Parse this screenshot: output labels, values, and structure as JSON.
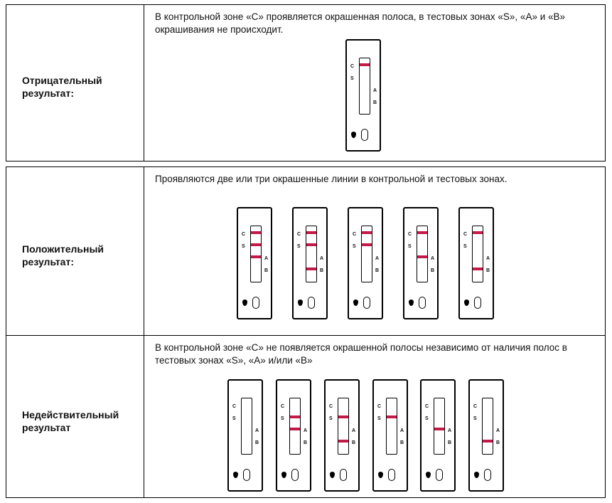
{
  "rows": [
    {
      "label": "Отрицательный\nрезультат:",
      "description": "В контрольной зоне «С» проявляется окрашенная полоса, в тестовых зонах «S», «A» и «B» окрашивания не происходит.",
      "cassettes": [
        {
          "bands": [
            "C"
          ]
        }
      ]
    },
    {
      "label": "Положительный\nрезультат:",
      "description": "Проявляются две или три окрашенные линии в контрольной и тестовых зонах.",
      "cassettes": [
        {
          "bands": [
            "C",
            "S",
            "A"
          ]
        },
        {
          "bands": [
            "C",
            "S",
            "B"
          ]
        },
        {
          "bands": [
            "C",
            "S"
          ]
        },
        {
          "bands": [
            "C",
            "A"
          ]
        },
        {
          "bands": [
            "C",
            "B"
          ]
        }
      ]
    },
    {
      "label": "Недействительный\nрезультат",
      "description": "В контрольной зоне «С» не появляется окрашенной полосы независимо от наличия полос в тестовых зонах «S», «A» и/или «B»",
      "cassettes": [
        {
          "bands": []
        },
        {
          "bands": [
            "S",
            "A"
          ]
        },
        {
          "bands": [
            "S",
            "B"
          ]
        },
        {
          "bands": [
            "S"
          ]
        },
        {
          "bands": [
            "A"
          ]
        },
        {
          "bands": [
            "B"
          ]
        }
      ]
    }
  ],
  "zone_letters": {
    "c": "C",
    "s": "S",
    "a": "A",
    "b": "B"
  },
  "band_color": "#c41a47"
}
